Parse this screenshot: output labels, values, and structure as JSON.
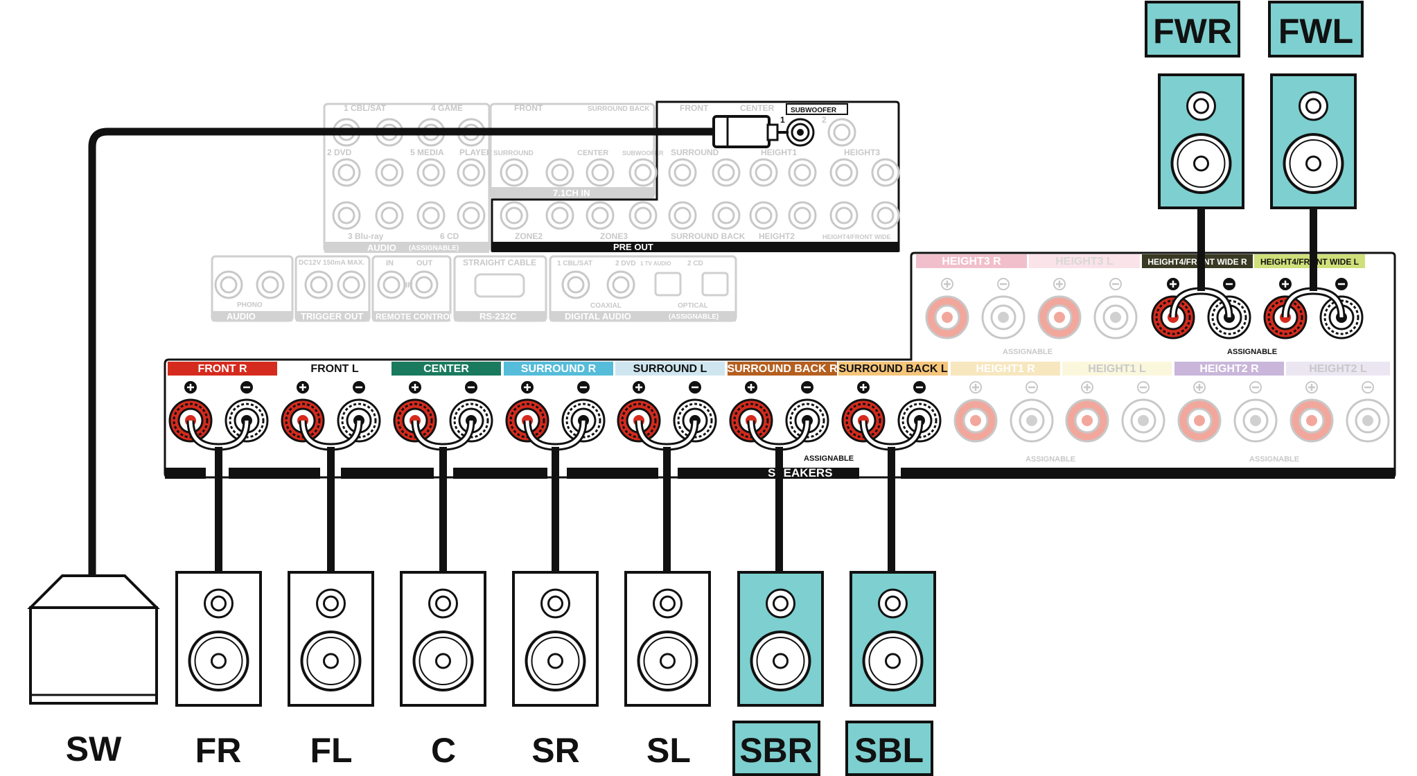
{
  "colors": {
    "hot": "#d52b1e",
    "active_box": "#7ecfcf",
    "faded": "#c8c8c8",
    "cable": "#111111"
  },
  "top_panel": {
    "audio_in_labels": [
      "1 CBL/SAT",
      "4 GAME",
      "2 DVD",
      "5 MEDIA",
      "PLAYER",
      "3 Blu-ray",
      "6 CD"
    ],
    "audio_in_title": "AUDIO",
    "audio_in_sub": "(ASSIGNABLE)",
    "ch71_labels": [
      "FRONT",
      "SURROUND BACK",
      "SURROUND",
      "CENTER",
      "SUBWOOFER"
    ],
    "ch71_title": "7.1CH IN",
    "pre_out_labels": [
      "FRONT",
      "CENTER",
      "SURROUND",
      "HEIGHT1",
      "HEIGHT3",
      "ZONE2",
      "ZONE3",
      "SURROUND BACK",
      "HEIGHT2",
      "HEIGHT4/FRONT WIDE"
    ],
    "pre_out_title": "PRE OUT",
    "subwoofer_label": "SUBWOOFER",
    "sw_numbers": [
      "1",
      "2"
    ]
  },
  "mid_panel": {
    "phono_title": "AUDIO",
    "phono_label": "PHONO",
    "trigger_text": "DC12V 150mA MAX.",
    "trigger_title": "TRIGGER OUT",
    "remote_title": "REMOTE CONTROL",
    "remote_in": "IN",
    "remote_out": "OUT",
    "remote_ir": "IR",
    "rs232_top": "STRAIGHT CABLE",
    "rs232_title": "RS-232C",
    "digital_labels": [
      "1 CBL/SAT",
      "2 DVD",
      "1 TV AUDIO",
      "2 CD",
      "COAXIAL",
      "OPTICAL"
    ],
    "digital_title": "DIGITAL AUDIO",
    "digital_sub": "(ASSIGNABLE)"
  },
  "speaker_panel": {
    "top_labels": [
      "HEIGHT3 R",
      "HEIGHT3 L",
      "HEIGHT4/FRONT WIDE R",
      "HEIGHT4/FRONT WIDE L"
    ],
    "main_labels": [
      "FRONT R",
      "FRONT L",
      "CENTER",
      "SURROUND R",
      "SURROUND L",
      "SURROUND BACK R",
      "SURROUND BACK L",
      "HEIGHT1 R",
      "HEIGHT1 L",
      "HEIGHT2 R",
      "HEIGHT2 L"
    ],
    "assignable": "ASSIGNABLE",
    "speakers_title": "SPEAKERS"
  },
  "speakers": [
    {
      "label": "SW"
    },
    {
      "label": "FR"
    },
    {
      "label": "FL"
    },
    {
      "label": "C"
    },
    {
      "label": "SR"
    },
    {
      "label": "SL"
    },
    {
      "label": "SBR"
    },
    {
      "label": "SBL"
    },
    {
      "label": "FWR"
    },
    {
      "label": "FWL"
    }
  ]
}
